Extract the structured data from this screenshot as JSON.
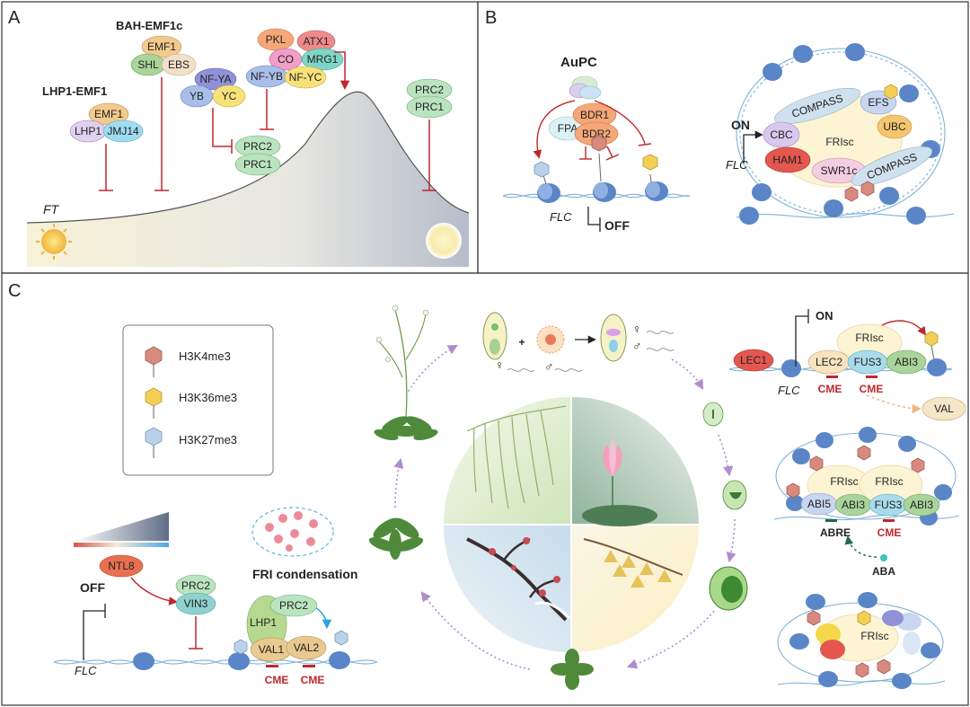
{
  "panels": {
    "a": "A",
    "b": "B",
    "c": "C"
  },
  "panel_a": {
    "complex_lhp1_emf1": "LHP1-EMF1",
    "complex_bah_emf1c": "BAH-EMF1c",
    "proteins": {
      "emf1_a": "EMF1",
      "lhp1_a": "LHP1",
      "jmj14": "JMJ14",
      "emf1_b": "EMF1",
      "shl": "SHL",
      "ebs": "EBS",
      "nfya": "NF-YA",
      "yb": "YB",
      "yc": "YC",
      "pkl": "PKL",
      "atx1": "ATX1",
      "co": "CO",
      "mrg1": "MRG1",
      "nfyb": "NF-YB",
      "nfyc": "NF-YC",
      "prc2_mid": "PRC2",
      "prc1_mid": "PRC1",
      "prc2_right": "PRC2",
      "prc1_right": "PRC1"
    },
    "gene": "FT"
  },
  "panel_b": {
    "aupc": "AuPC",
    "proteins": {
      "bdr1": "BDR1",
      "fpa": "FPA",
      "bdr2": "BDR2"
    },
    "flc_left": "FLC",
    "off": "OFF",
    "on": "ON",
    "flc_right": "FLC",
    "frisc": "FRIsc",
    "complex": {
      "compass_top": "COMPASS",
      "efs": "EFS",
      "cbc": "CBC",
      "ubc": "UBC",
      "ham1": "HAM1",
      "swr1c": "SWR1c",
      "compass_bottom": "COMPASS"
    }
  },
  "panel_c": {
    "legend": {
      "h3k4": "H3K4me3",
      "h3k36": "H3K36me3",
      "h3k27": "H3K27me3"
    },
    "fri_condensation": "FRI condensation",
    "ntl8": "NTL8",
    "off": "OFF",
    "prc2": "PRC2",
    "vin3": "VIN3",
    "lhp1": "LHP1",
    "prc2_b": "PRC2",
    "val1": "VAL1",
    "val2": "VAL2",
    "cme1": "CME",
    "cme2": "CME",
    "flc": "FLC",
    "right_top": {
      "on": "ON",
      "lec1": "LEC1",
      "lec2": "LEC2",
      "fus3": "FUS3",
      "abi3": "ABI3",
      "frisc": "FRIsc",
      "flc": "FLC",
      "cme_a": "CME",
      "cme_b": "CME",
      "val": "VAL"
    },
    "right_mid": {
      "frisc1": "FRIsc",
      "frisc2": "FRIsc",
      "abi5": "ABI5",
      "abi3a": "ABI3",
      "fus3": "FUS3",
      "abi3b": "ABI3",
      "abre": "ABRE",
      "cme": "CME",
      "aba": "ABA"
    },
    "right_bottom": {
      "frisc": "FRIsc"
    },
    "female": "♀",
    "male": "♂",
    "plus": "+"
  },
  "colors": {
    "inhibit": "#c0272d",
    "flow": "#b08ccc",
    "dna": "#7fb2d6",
    "nucleosome": "#5a86c8",
    "h3k4": "#d98a7e",
    "h3k36": "#f5cf55",
    "h3k27": "#b9d2ea"
  }
}
